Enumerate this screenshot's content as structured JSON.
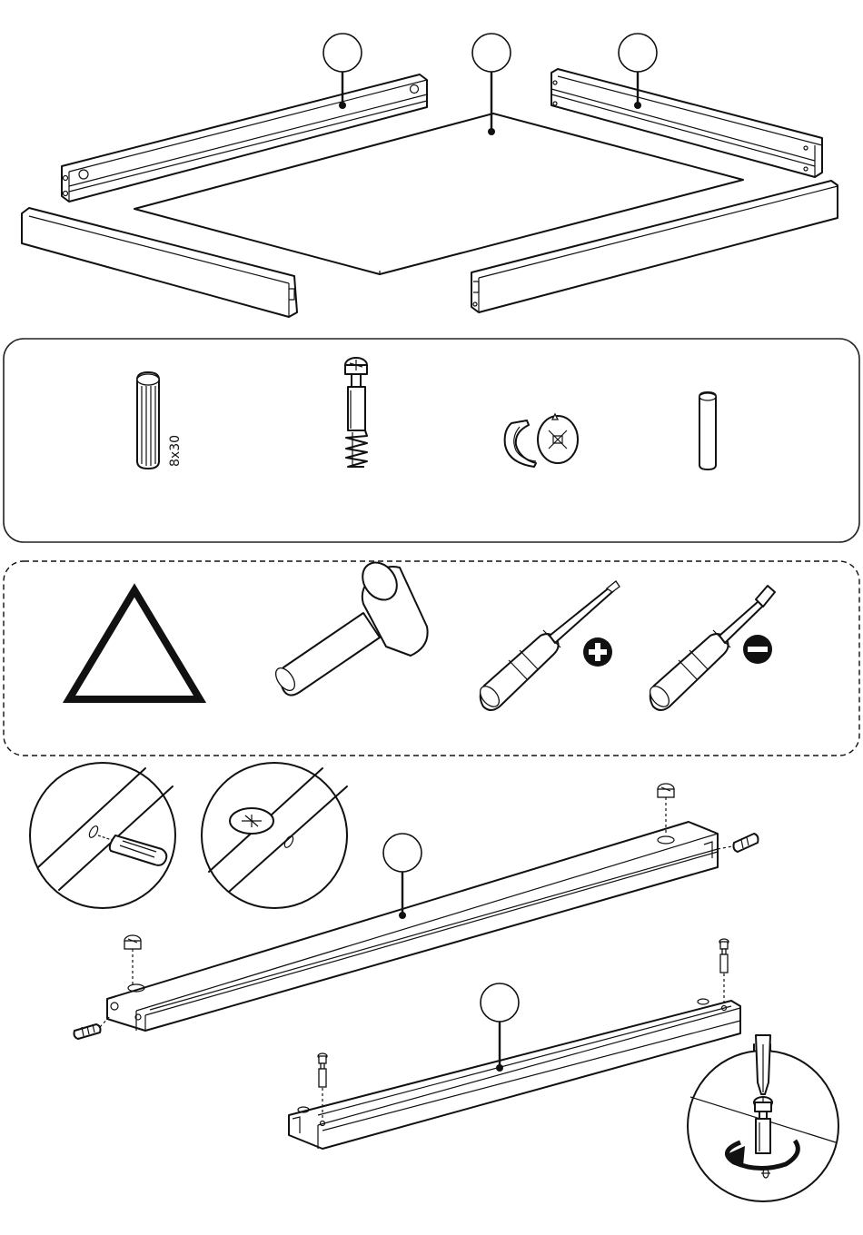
{
  "callouts": {
    "rail_left": "",
    "base_panel": "",
    "rail_right": "",
    "step_long_rail": "",
    "step_short_rail": ""
  },
  "hardware": {
    "dowel_size_label": "8x30",
    "items": [
      "wooden-dowel",
      "cam-bolt",
      "cam-lock",
      "metal-pin"
    ]
  },
  "tools": {
    "items": [
      "warning-triangle",
      "rubber-mallet",
      "phillips-screwdriver",
      "flathead-screwdriver"
    ],
    "phillips_symbol": "+",
    "flathead_symbol": "−"
  },
  "colors": {
    "line": "#111111",
    "fill": "#ffffff",
    "border": "#222222"
  }
}
